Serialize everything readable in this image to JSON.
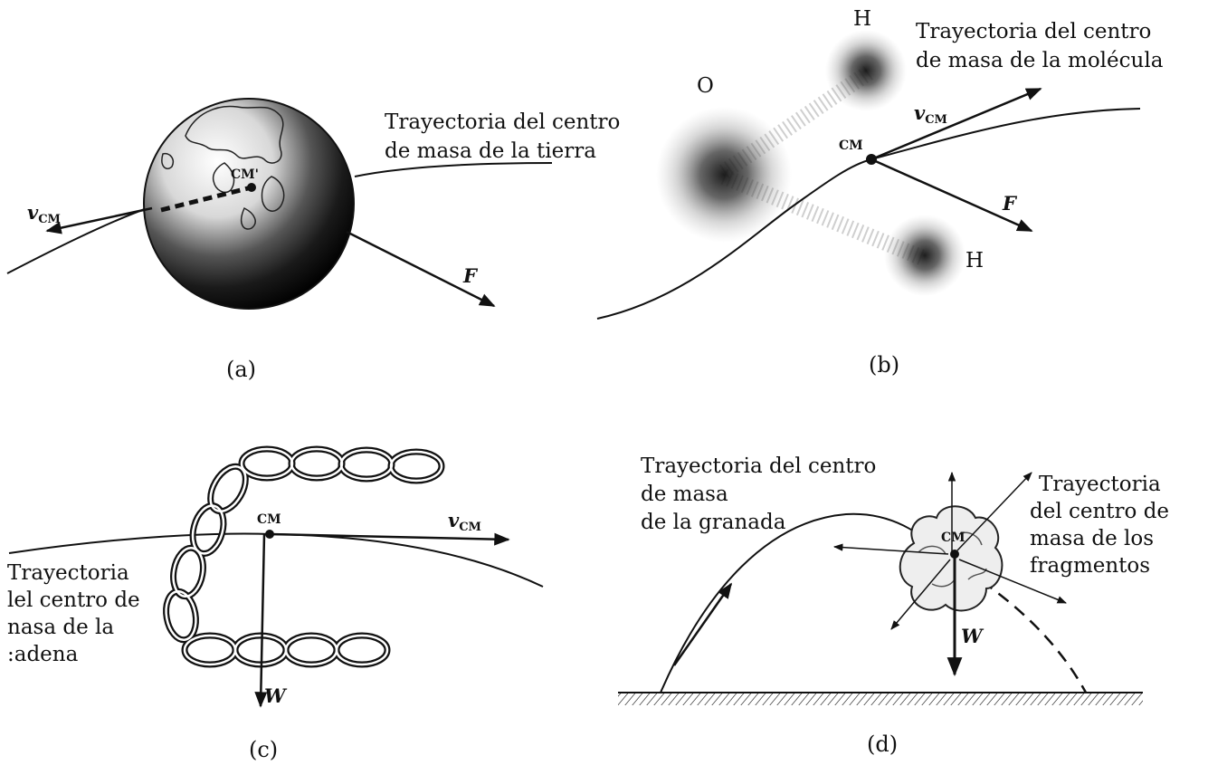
{
  "panels": {
    "a": {
      "caption": "(a)",
      "trajectory_label": [
        "Trayectoria del centro",
        "de masa de la tierra"
      ],
      "cm_label": "CM'",
      "velocity_label": "v",
      "velocity_subscript": "CM",
      "force_label": "F"
    },
    "b": {
      "caption": "(b)",
      "trajectory_label": [
        "Trayectoria del centro",
        "de masa de la molécula"
      ],
      "atom_o": "O",
      "atom_h_top": "H",
      "atom_h_bottom": "H",
      "cm_label": "CM",
      "velocity_label": "v",
      "velocity_subscript": "CM",
      "force_label": "F"
    },
    "c": {
      "caption": "(c)",
      "trajectory_label": [
        "Trayectoria",
        "lel centro de",
        "nasa de la",
        ":adena"
      ],
      "cm_label": "CM",
      "velocity_label": "v",
      "velocity_subscript": "CM",
      "weight_label": "W"
    },
    "d": {
      "caption": "(d)",
      "grenade_label": [
        "Trayectoria del centro",
        "de masa",
        "de la granada"
      ],
      "fragments_label": [
        "Trayectoria",
        "del centro de",
        "masa de los",
        "fragmentos"
      ],
      "cm_label": "CM",
      "weight_label": "W"
    }
  },
  "colors": {
    "ink": "#111111",
    "paper": "#ffffff",
    "globe_dark": "#1a1a1a",
    "cloud": "#999999"
  }
}
